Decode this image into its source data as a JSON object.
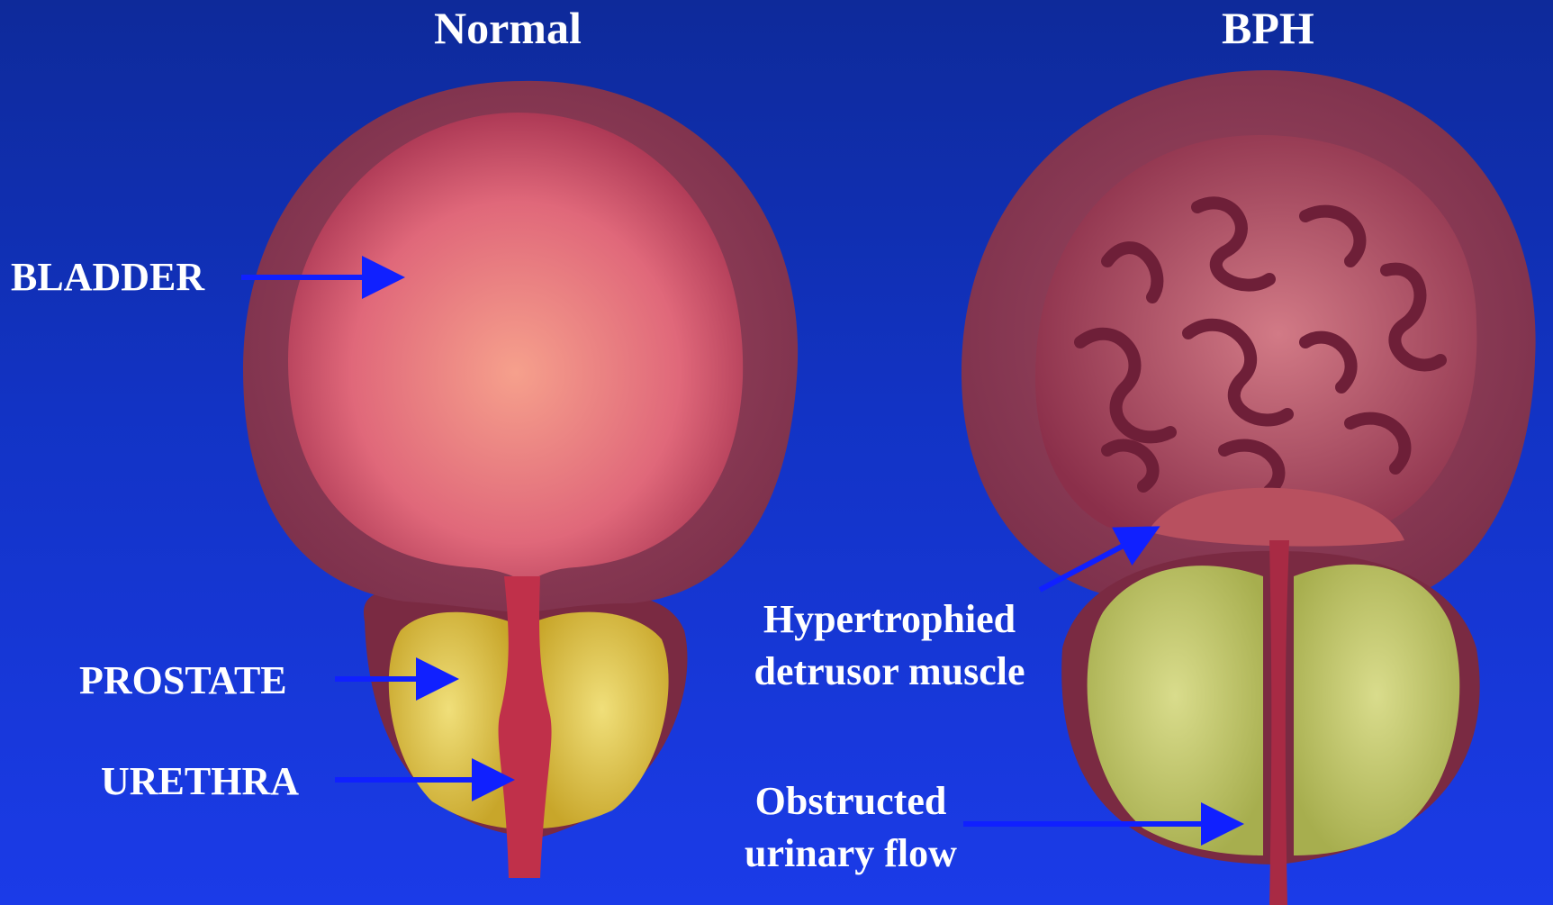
{
  "panels": {
    "normal": {
      "title": "Normal"
    },
    "bph": {
      "title": "BPH"
    }
  },
  "labels": {
    "bladder": "BLADDER",
    "prostate": "PROSTATE",
    "urethra": "URETHRA",
    "hypertrophied_line1": "Hypertrophied",
    "hypertrophied_line2": "detrusor muscle",
    "obstructed_line1": "Obstructed",
    "obstructed_line2": "urinary flow"
  },
  "colors": {
    "background": "#1233c4",
    "bladder_wall": "#8e3f59",
    "bladder_lumen": "#e06a78",
    "prostate_normal": "#d8c23a",
    "prostate_bph": "#c9cf72",
    "urethra": "#c0304a",
    "arrow": "#1020ff",
    "label_text": "#ffffff"
  }
}
